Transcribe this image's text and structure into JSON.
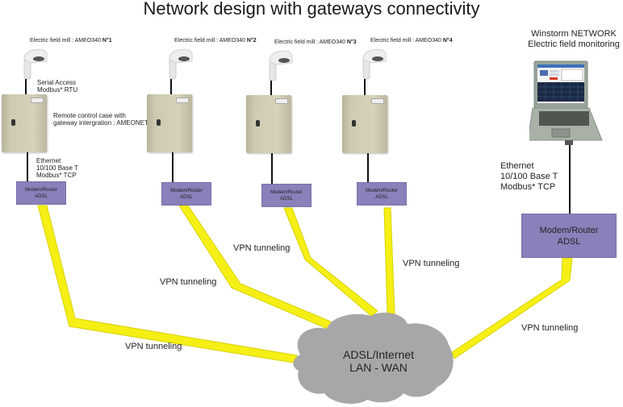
{
  "title": "Network design with gateways connectivity",
  "sites": [
    {
      "mill_label": "Electric field mill : AMEO340 ",
      "mill_number": "N°1",
      "modem_line1": "Modem/Router",
      "modem_line2": "ADSL"
    },
    {
      "mill_label": "Electric field mill : AMEO340 ",
      "mill_number": "N°2",
      "modem_line1": "Modem/Router",
      "modem_line2": "ADSL"
    },
    {
      "mill_label": "Electric field mill : AMEO340 ",
      "mill_number": "N°3",
      "modem_line1": "Modem/Router",
      "modem_line2": "ADSL"
    },
    {
      "mill_label": "Electric field mill : AMEO340 ",
      "mill_number": "N°4",
      "modem_line1": "Modem/Router",
      "modem_line2": "ADSL"
    }
  ],
  "site1_notes": {
    "serial_line1": "Serial Access",
    "serial_line2": "Modbus* RTU",
    "case_line1": "Remote control case with",
    "case_line2": "gateway intergration : AMEONET",
    "eth_line1": "Ethernet",
    "eth_line2": "10/100 Base T",
    "eth_line3": "Modbus* TCP"
  },
  "monitoring": {
    "title_line1": "Winstorm NETWORK",
    "title_line2": "Electric field monitoring",
    "eth_line1": "Ethernet",
    "eth_line2": "10/100 Base T",
    "eth_line3": "Modbus* TCP",
    "modem_line1": "Modem/Router",
    "modem_line2": "ADSL"
  },
  "cloud": {
    "line1": "ADSL/Internet",
    "line2": "LAN - WAN"
  },
  "vpn_labels": [
    "VPN tunneling",
    "VPN tunneling",
    "VPN tunneling",
    "VPN tunneling",
    "VPN tunneling"
  ],
  "colors": {
    "tunnel": "#f5ef16",
    "tunnel_edge": "#d8d200",
    "modem": "#8a80ba",
    "cloud": "#a7a7a9",
    "cabinet": "#cfcbb3"
  }
}
